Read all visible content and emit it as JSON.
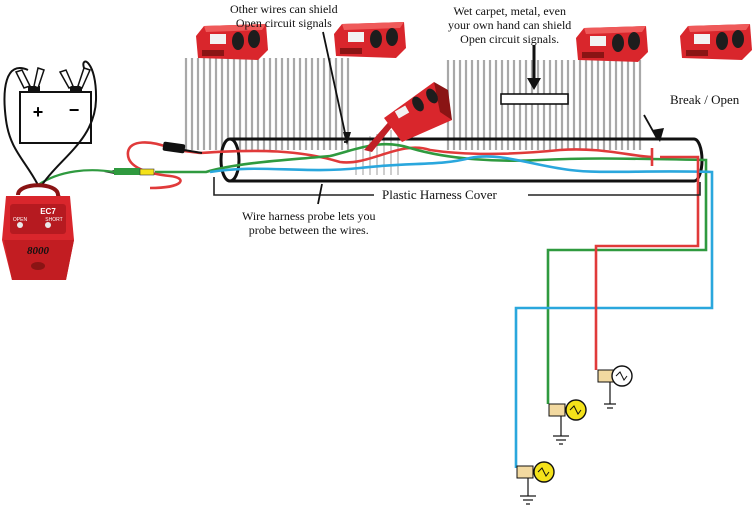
{
  "annotations": {
    "shield_top_left": [
      "Other wires can shield",
      "Open circuit signals"
    ],
    "shield_top_right": [
      "Wet carpet, metal, even",
      "your own hand can shield",
      "Open circuit signals."
    ],
    "break_open": "Break / Open",
    "harness_cover": "Plastic Harness Cover",
    "probe_note": [
      "Wire harness probe lets you",
      "probe between the wires."
    ]
  },
  "device": {
    "brand": "EC7",
    "model": "8000",
    "buttons": [
      "OPEN",
      "SHORT"
    ]
  },
  "battery": {
    "plus": "+",
    "minus": "−"
  },
  "bulbs": [
    {
      "name": "bulb-red-circuit",
      "lit": false
    },
    {
      "name": "bulb-green-circuit",
      "lit": true
    },
    {
      "name": "bulb-blue-circuit",
      "lit": true
    }
  ],
  "colors": {
    "wire_red": "#e03a3a",
    "wire_green": "#2f9a3f",
    "wire_blue": "#2aa7dd",
    "device_red": "#d9262c",
    "bulb_lit": "#f4e21a"
  }
}
